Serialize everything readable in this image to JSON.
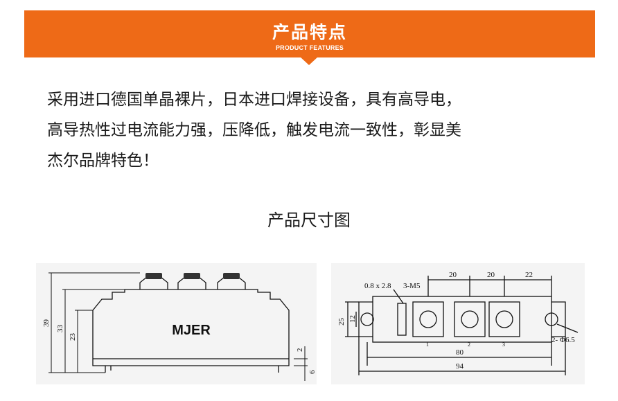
{
  "banner": {
    "title": "产品特点",
    "subtitle": "PRODUCT FEATURES",
    "color": "#ee6a17"
  },
  "description": {
    "lines": [
      "采用进口德国单晶裸片，日本进口焊接设备，具有高导电，",
      "高导热性过电流能力强，压降低，触发电流一致性，彰显美",
      "杰尔品牌特色！"
    ]
  },
  "dimension_section": {
    "title": "产品尺寸图"
  },
  "side_view": {
    "brand_label": "MJER",
    "dims": {
      "total_height": "39",
      "body_height": "33",
      "base_height": "23",
      "bottom_gap": "2",
      "bottom_height": "6"
    }
  },
  "top_view": {
    "dims": {
      "tab_size": "0.8 x 2.8",
      "screw": "3-M5",
      "pitch1": "20",
      "pitch2": "20",
      "pitch3": "22",
      "width": "25",
      "inner_width": "12",
      "hole_spacing": "80",
      "total_length": "94",
      "hole_dia": "2- Φ6.5",
      "terminal_1": "1",
      "terminal_2": "2",
      "terminal_3": "3"
    }
  }
}
